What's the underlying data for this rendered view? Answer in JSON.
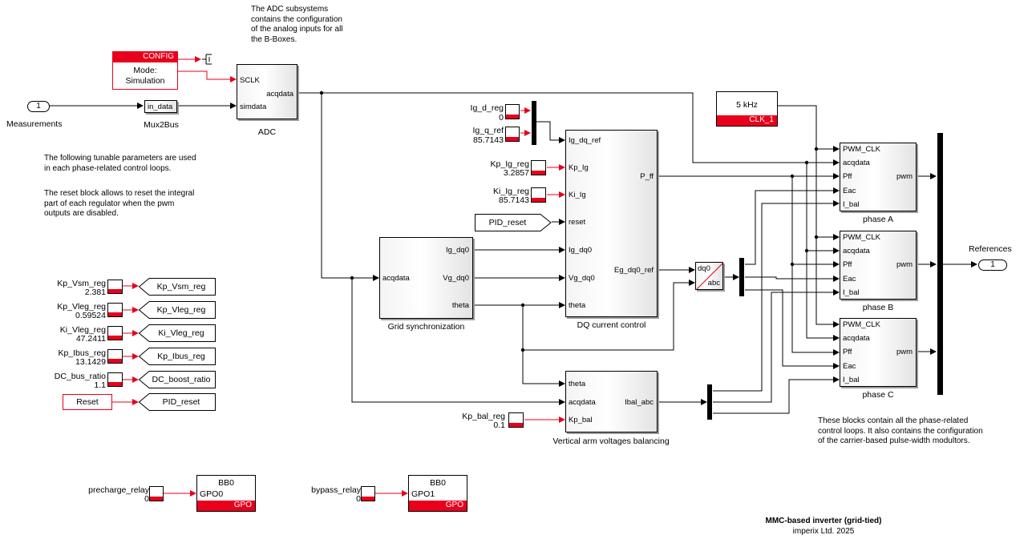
{
  "notes": {
    "adc_note": "The ADC subsystems\ncontains the configuration\nof the analog inputs for all\nthe B-Boxes.",
    "params_note": "The following tunable parameters are used\nin each phase-related control loops.",
    "reset_note": "The reset block allows to reset the integral\npart of each regulator when the pwm\noutputs are disabled.",
    "blocks_note": "These blocks contain all the phase-related\ncontrol loops. It also contains the configuration\nof the carrier-based pulse-width modultors."
  },
  "config": {
    "header": "CONFIG",
    "line1": "Mode:",
    "line2": "Simulation"
  },
  "measurements": {
    "port_number": "1",
    "label": "Measurements"
  },
  "mux2bus": {
    "port": "in_data",
    "caption": "Mux2Bus"
  },
  "adc": {
    "ports_in": [
      "SCLK",
      "simdata"
    ],
    "port_out": "acqdata",
    "caption": "ADC"
  },
  "clock": {
    "label": "5 kHz",
    "tag": "CLK_1"
  },
  "lg_constants": [
    {
      "name": "Ig_d_reg",
      "value": "0"
    },
    {
      "name": "Ig_q_ref",
      "value": "85.7143"
    }
  ],
  "dq_constants": [
    {
      "name": "Kp_Ig_reg",
      "value": "3.2857"
    },
    {
      "name": "Ki_Ig_reg",
      "value": "85.7143"
    }
  ],
  "pid_reset_from": "PID_reset",
  "dq_control": {
    "ports_in": [
      "Ig_dq_ref",
      "Kp_Ig",
      "Ki_Ig",
      "reset",
      "Ig_dq0",
      "Vg_dq0",
      "theta"
    ],
    "ports_out": [
      "P_ff",
      "Eg_dq0_ref"
    ],
    "caption": "DQ current control"
  },
  "grid_sync": {
    "port_in": "acqdata",
    "ports_out": [
      "Ig_dq0",
      "Vg_dq0",
      "theta"
    ],
    "caption": "Grid synchronization"
  },
  "dq0abc": {
    "top": "dq0",
    "bottom": "abc"
  },
  "balancing": {
    "ports_in": [
      "theta",
      "acqdata",
      "Kp_bal"
    ],
    "port_out": "Ibal_abc",
    "caption": "Vertical arm voltages balancing"
  },
  "kp_bal": {
    "name": "Kp_bal_reg",
    "value": "0.1"
  },
  "phases": [
    {
      "ports_in": [
        "PWM_CLK",
        "acqdata",
        "Pff",
        "Eac",
        "I_bal"
      ],
      "port_out": "pwm",
      "caption": "phase A"
    },
    {
      "ports_in": [
        "PWM_CLK",
        "acqdata",
        "Pff",
        "Eac",
        "I_bal"
      ],
      "port_out": "pwm",
      "caption": "phase B"
    },
    {
      "ports_in": [
        "PWM_CLK",
        "acqdata",
        "Pff",
        "Eac",
        "I_bal"
      ],
      "port_out": "pwm",
      "caption": "phase C"
    }
  ],
  "references": {
    "label": "References",
    "port_number": "1"
  },
  "param_rows": [
    {
      "name": "Kp_Vsm_reg",
      "value": "2.381",
      "tag": "Kp_Vsm_reg"
    },
    {
      "name": "Kp_Vleg_reg",
      "value": "0.59524",
      "tag": "Kp_Vleg_reg"
    },
    {
      "name": "Ki_Vleg_reg",
      "value": "47.2411",
      "tag": "Ki_Vleg_reg"
    },
    {
      "name": "Kp_Ibus_reg",
      "value": "13.1429",
      "tag": "Kp_Ibus_reg"
    },
    {
      "name": "DC_bus_ratio",
      "value": "1.1",
      "tag": "DC_boost_ratio"
    }
  ],
  "reset_row": {
    "button": "Reset",
    "tag": "PID_reset"
  },
  "gpo": [
    {
      "name": "precharge_relay",
      "value": "0",
      "box_title": "BB0",
      "port": "GPO0",
      "tag": "GPO"
    },
    {
      "name": "bypass_relay",
      "value": "0",
      "box_title": "BB0",
      "port": "GPO1",
      "tag": "GPO"
    }
  ],
  "footer": {
    "title": "MMC-based inverter (grid-tied)",
    "company": "imperix Ltd. 2025"
  },
  "colors": {
    "accent_red": "#e8001c",
    "line_black": "#000000"
  }
}
